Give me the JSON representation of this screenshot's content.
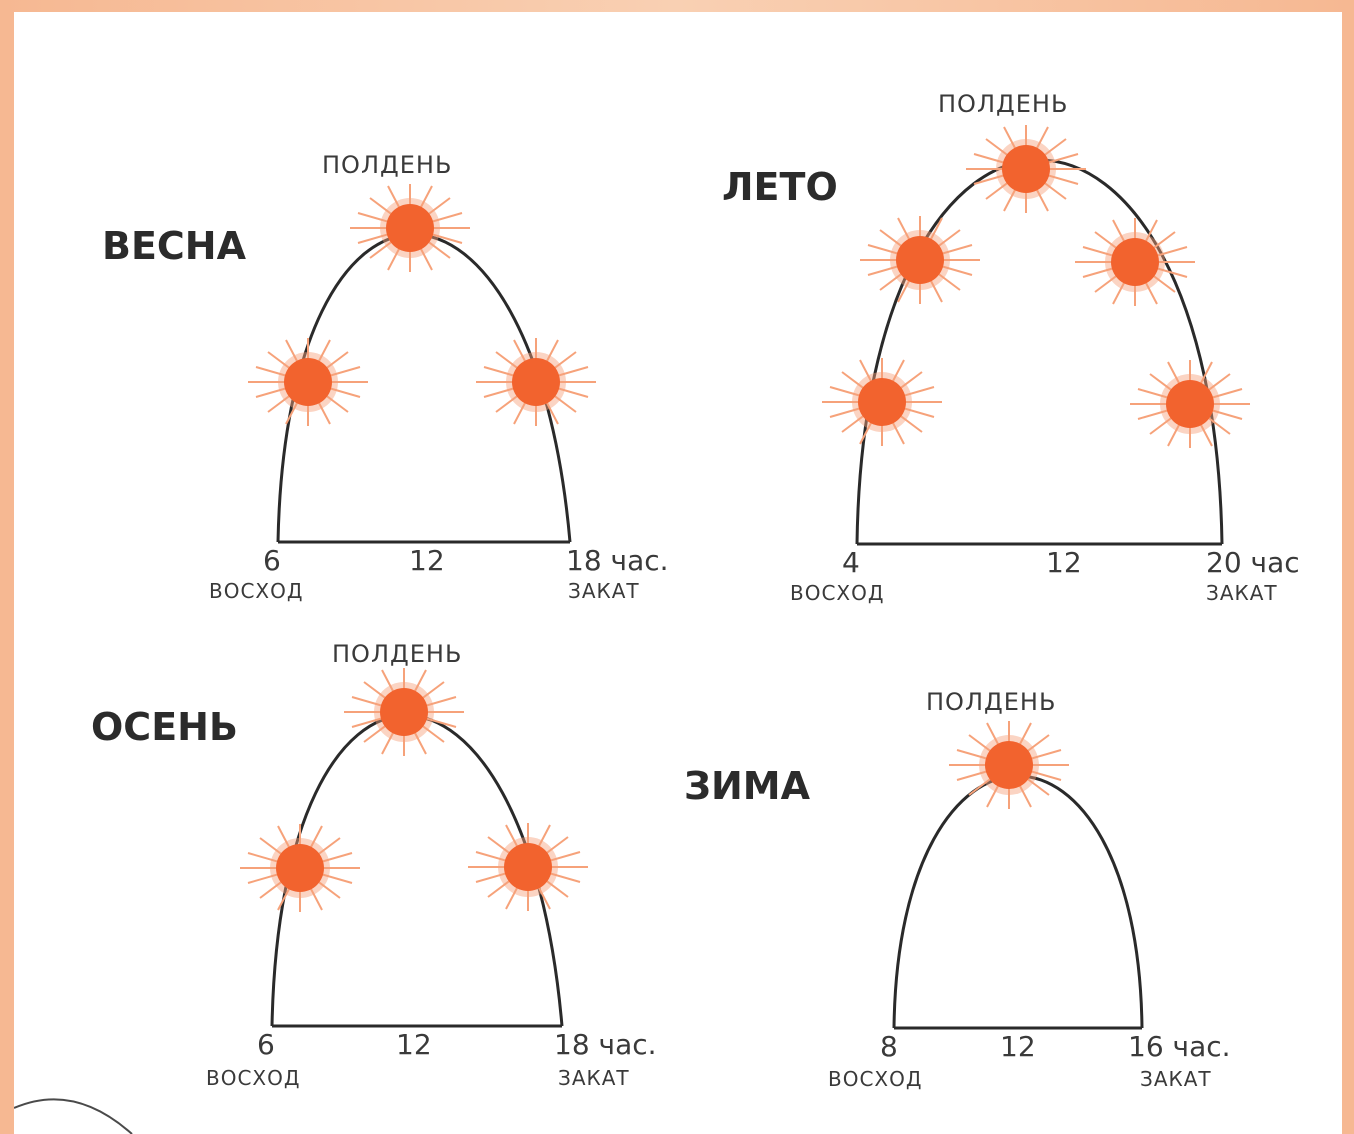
{
  "colors": {
    "sun": "#f2632e",
    "sun_rays": "#f6a27a",
    "frame_border": "#f6b892",
    "line": "#2a2a2a"
  },
  "icons": {
    "sun": "sun-icon"
  },
  "panels": [
    {
      "id": "spring",
      "season": "ВЕСНА",
      "noon_label": "ПОЛДЕНЬ",
      "sunrise_hour": "6",
      "noon_hour": "12",
      "sunset_hour": "18 час.",
      "sunrise_label": "ВОСХОД",
      "sunset_label": "ЗАКАТ"
    },
    {
      "id": "summer",
      "season": "ЛЕТО",
      "noon_label": "ПОЛДЕНЬ",
      "sunrise_hour": "4",
      "noon_hour": "12",
      "sunset_hour": "20 час",
      "sunrise_label": "ВОСХОД",
      "sunset_label": "ЗАКАТ"
    },
    {
      "id": "autumn",
      "season": "ОСЕНЬ",
      "noon_label": "ПОЛДЕНЬ",
      "sunrise_hour": "6",
      "noon_hour": "12",
      "sunset_hour": "18 час.",
      "sunrise_label": "ВОСХОД",
      "sunset_label": "ЗАКАТ"
    },
    {
      "id": "winter",
      "season": "ЗИМА",
      "noon_label": "ПОЛДЕНЬ",
      "sunrise_hour": "8",
      "noon_hour": "12",
      "sunset_hour": "16 час.",
      "sunrise_label": "ВОСХОД",
      "sunset_label": "ЗАКАТ"
    }
  ]
}
